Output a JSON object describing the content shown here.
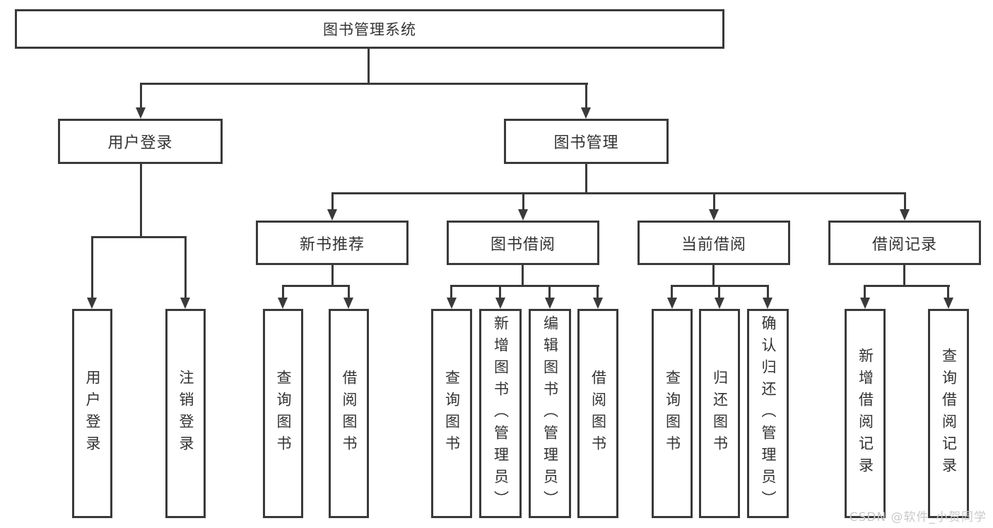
{
  "diagram": {
    "root": {
      "label": "图书管理系统"
    },
    "level2": [
      {
        "label": "用户登录"
      },
      {
        "label": "图书管理"
      }
    ],
    "level3": [
      {
        "label": "新书推荐"
      },
      {
        "label": "图书借阅"
      },
      {
        "label": "当前借阅"
      },
      {
        "label": "借阅记录"
      }
    ],
    "leaves": [
      {
        "label": "用户登录"
      },
      {
        "label": "注销登录"
      },
      {
        "label": "查询图书"
      },
      {
        "label": "借阅图书"
      },
      {
        "label": "查询图书"
      },
      {
        "label": "新增图书（管理员）"
      },
      {
        "label": "编辑图书（管理员）"
      },
      {
        "label": "借阅图书"
      },
      {
        "label": "查询图书"
      },
      {
        "label": "归还图书"
      },
      {
        "label": "确认归还（管理员）"
      },
      {
        "label": "新增借阅记录"
      },
      {
        "label": "查询借阅记录"
      }
    ]
  },
  "watermark": {
    "text": "CSDN @软件_小贺同学"
  },
  "colors": {
    "line": "#3a3a3a",
    "text": "#333333",
    "watermark": "#c9c9c9",
    "background": "#ffffff"
  }
}
